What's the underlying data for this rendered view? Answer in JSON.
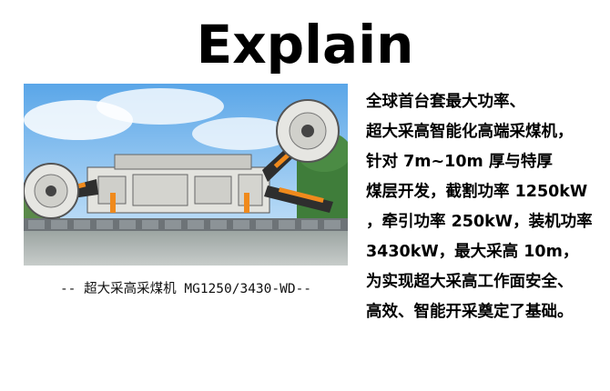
{
  "title": "Explain",
  "photo": {
    "alt": "MG1250/3430-WD shearer",
    "colors": {
      "sky": "#8fc6ef",
      "machine": "#d9d9d4",
      "accent": "#f08a1c",
      "dark": "#2b2b2b"
    }
  },
  "caption": "-- 超大采高采煤机 MG1250/3430-WD--",
  "description": {
    "lines": [
      "全球首台套最大功率、",
      "超大采高智能化高端采煤机，",
      "针对 7m~10m 厚与特厚",
      "煤层开发，截割功率 1250kW",
      "，牵引功率 250kW，装机功率",
      "3430kW，最大采高 10m，",
      "为实现超大采高工作面安全、",
      "高效、智能开采奠定了基础。"
    ]
  }
}
